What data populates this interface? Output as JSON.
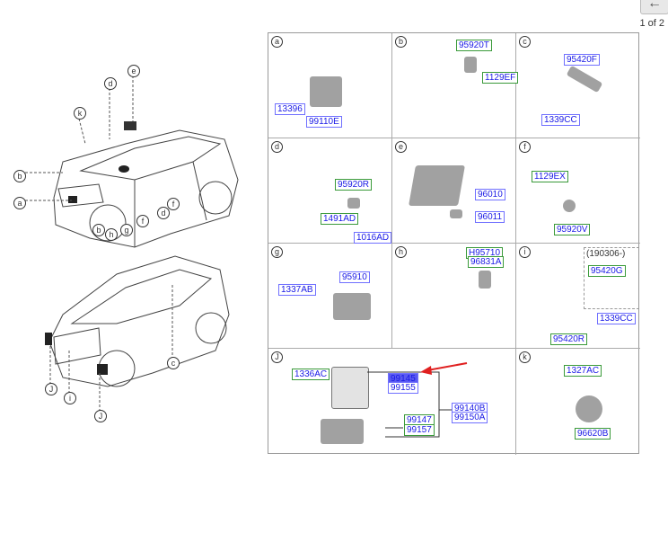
{
  "pager": {
    "text": "1 of 2",
    "back_icon": "arrow-left"
  },
  "cars": {
    "front": [
      "k",
      "d",
      "e",
      "b",
      "a",
      "b",
      "h",
      "g",
      "f",
      "d",
      "f"
    ],
    "rear": [
      "c",
      "J",
      "i",
      "J"
    ]
  },
  "cells": {
    "a": {
      "letter": "a",
      "parts": [
        "13396",
        "99110E"
      ]
    },
    "b": {
      "letter": "b",
      "parts": [
        "95920T",
        "1129EF"
      ]
    },
    "c": {
      "letter": "c",
      "parts": [
        "95420F",
        "1339CC"
      ]
    },
    "d": {
      "letter": "d",
      "parts": [
        "95920R",
        "1491AD",
        "1016AD"
      ]
    },
    "e": {
      "letter": "e",
      "parts": [
        "96010",
        "96011"
      ]
    },
    "f": {
      "letter": "f",
      "parts": [
        "1129EX",
        "95920V"
      ]
    },
    "g": {
      "letter": "g",
      "parts": [
        "95910",
        "1337AB"
      ]
    },
    "h": {
      "letter": "h",
      "parts": [
        "H95710",
        "96831A"
      ]
    },
    "i": {
      "letter": "i",
      "note": "(190306-)",
      "parts": [
        "95420G",
        "1339CC",
        "95420R"
      ]
    },
    "J": {
      "letter": "J",
      "parts": [
        "1336AC",
        "99145",
        "99155",
        "99140B",
        "99150A",
        "99147",
        "99157"
      ]
    },
    "k": {
      "letter": "k",
      "parts": [
        "1327AC",
        "96620B"
      ]
    }
  },
  "colors": {
    "blue_box": "#7070ff",
    "green_box": "#3a9a3a",
    "highlight": "#5a5af0",
    "arrow": "#e02020"
  }
}
